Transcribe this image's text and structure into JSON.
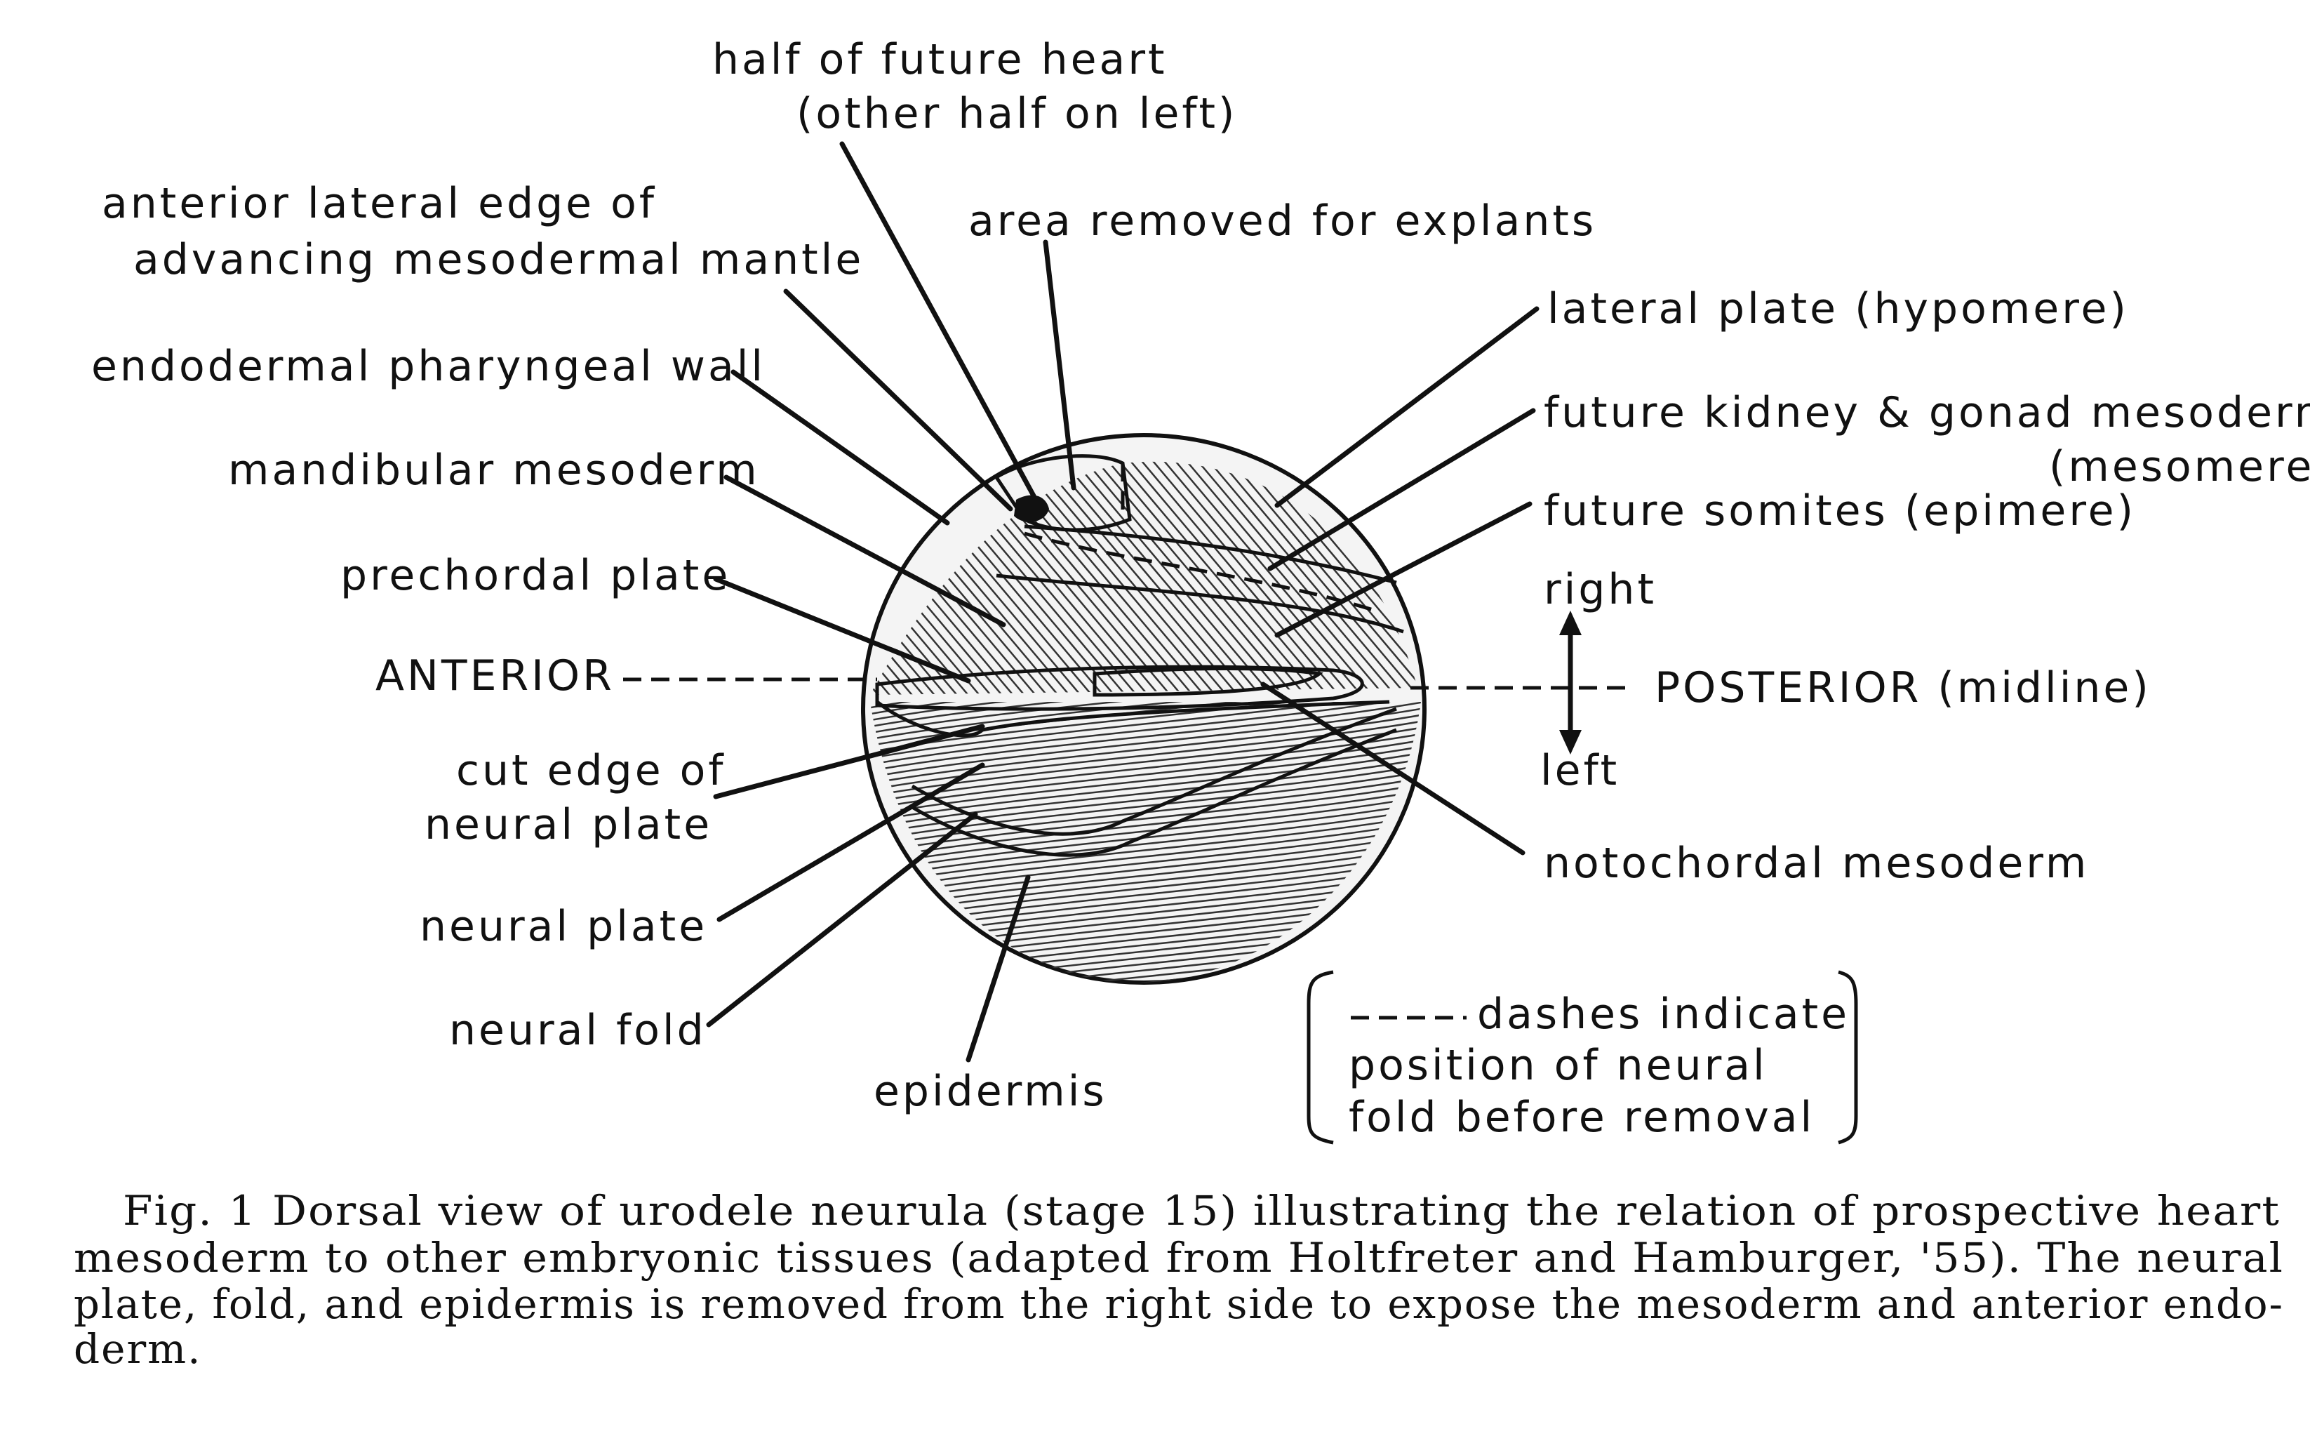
{
  "labels": {
    "half_heart_line1": "half of future heart",
    "half_heart_line2": "(other half on left)",
    "anterior_edge_line1": "anterior lateral edge of",
    "anterior_edge_line2": "advancing mesodermal mantle",
    "area_removed": "area removed for explants",
    "lateral_plate": "lateral plate (hypomere)",
    "endodermal_wall": "endodermal pharyngeal wall",
    "kidney_line1": "future kidney & gonad mesoderm",
    "kidney_line2": "(mesomere",
    "mandibular": "mandibular mesoderm",
    "somites": "future somites (epimere)",
    "prechordal": "prechordal plate",
    "right": "right",
    "anterior": "ANTERIOR",
    "posterior": "POSTERIOR (midline)",
    "left": "left",
    "cut_edge_line1": "cut edge of",
    "cut_edge_line2": "neural plate",
    "notochordal": "notochordal mesoderm",
    "neural_plate": "neural plate",
    "neural_fold": "neural fold",
    "epidermis": "epidermis",
    "dashes_line1": "dashes indicate",
    "dashes_line2": "position of neural",
    "dashes_line3": "fold before removal"
  },
  "caption": {
    "line1": "Fig. 1   Dorsal view of urodele neurula (stage 15) illustrating the relation of prospective heart",
    "line2": "mesoderm to other embryonic tissues (adapted from Holtfreter and Hamburger, '55). The neural",
    "line3": "plate, fold, and epidermis is removed from the right side to expose the mesoderm and anterior endo-",
    "line4": "derm."
  }
}
